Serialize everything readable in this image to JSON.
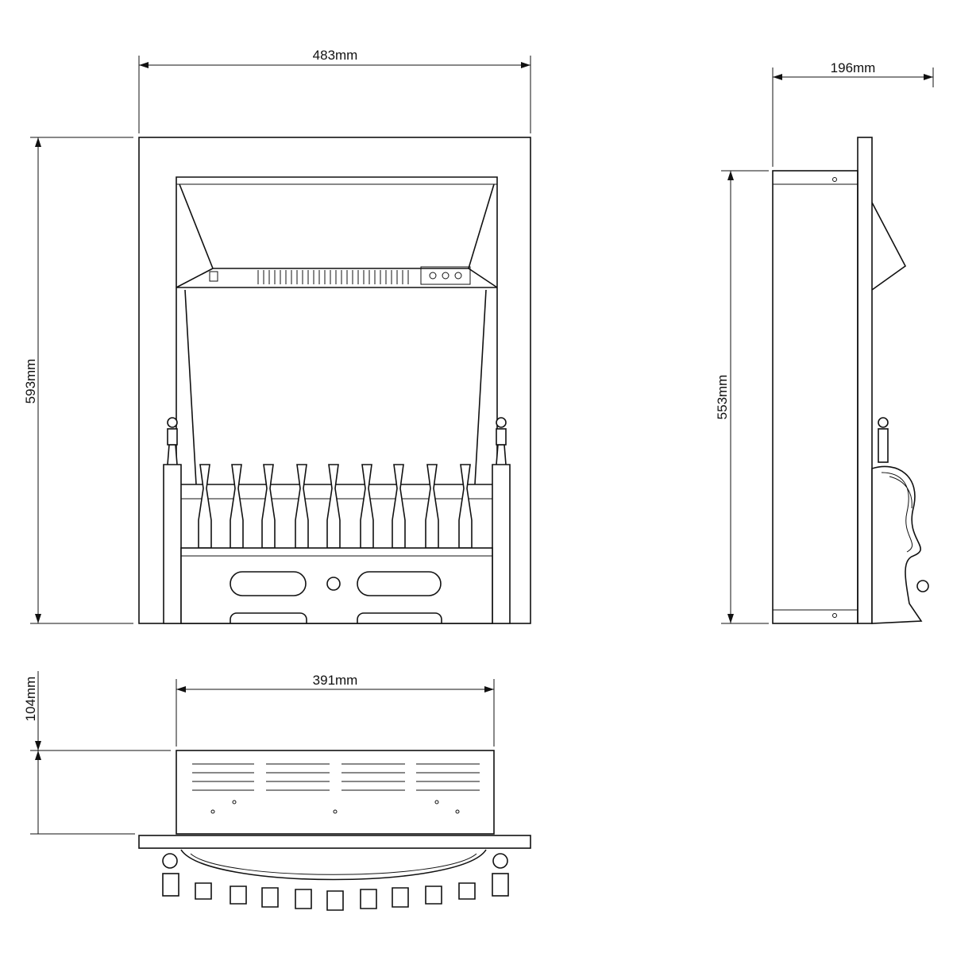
{
  "dimensions": {
    "front_width": "483mm",
    "front_height": "593mm",
    "side_depth": "196mm",
    "side_height": "553mm",
    "top_width": "391mm",
    "top_depth": "104mm"
  },
  "colors": {
    "line": "#111111",
    "background": "#ffffff"
  }
}
